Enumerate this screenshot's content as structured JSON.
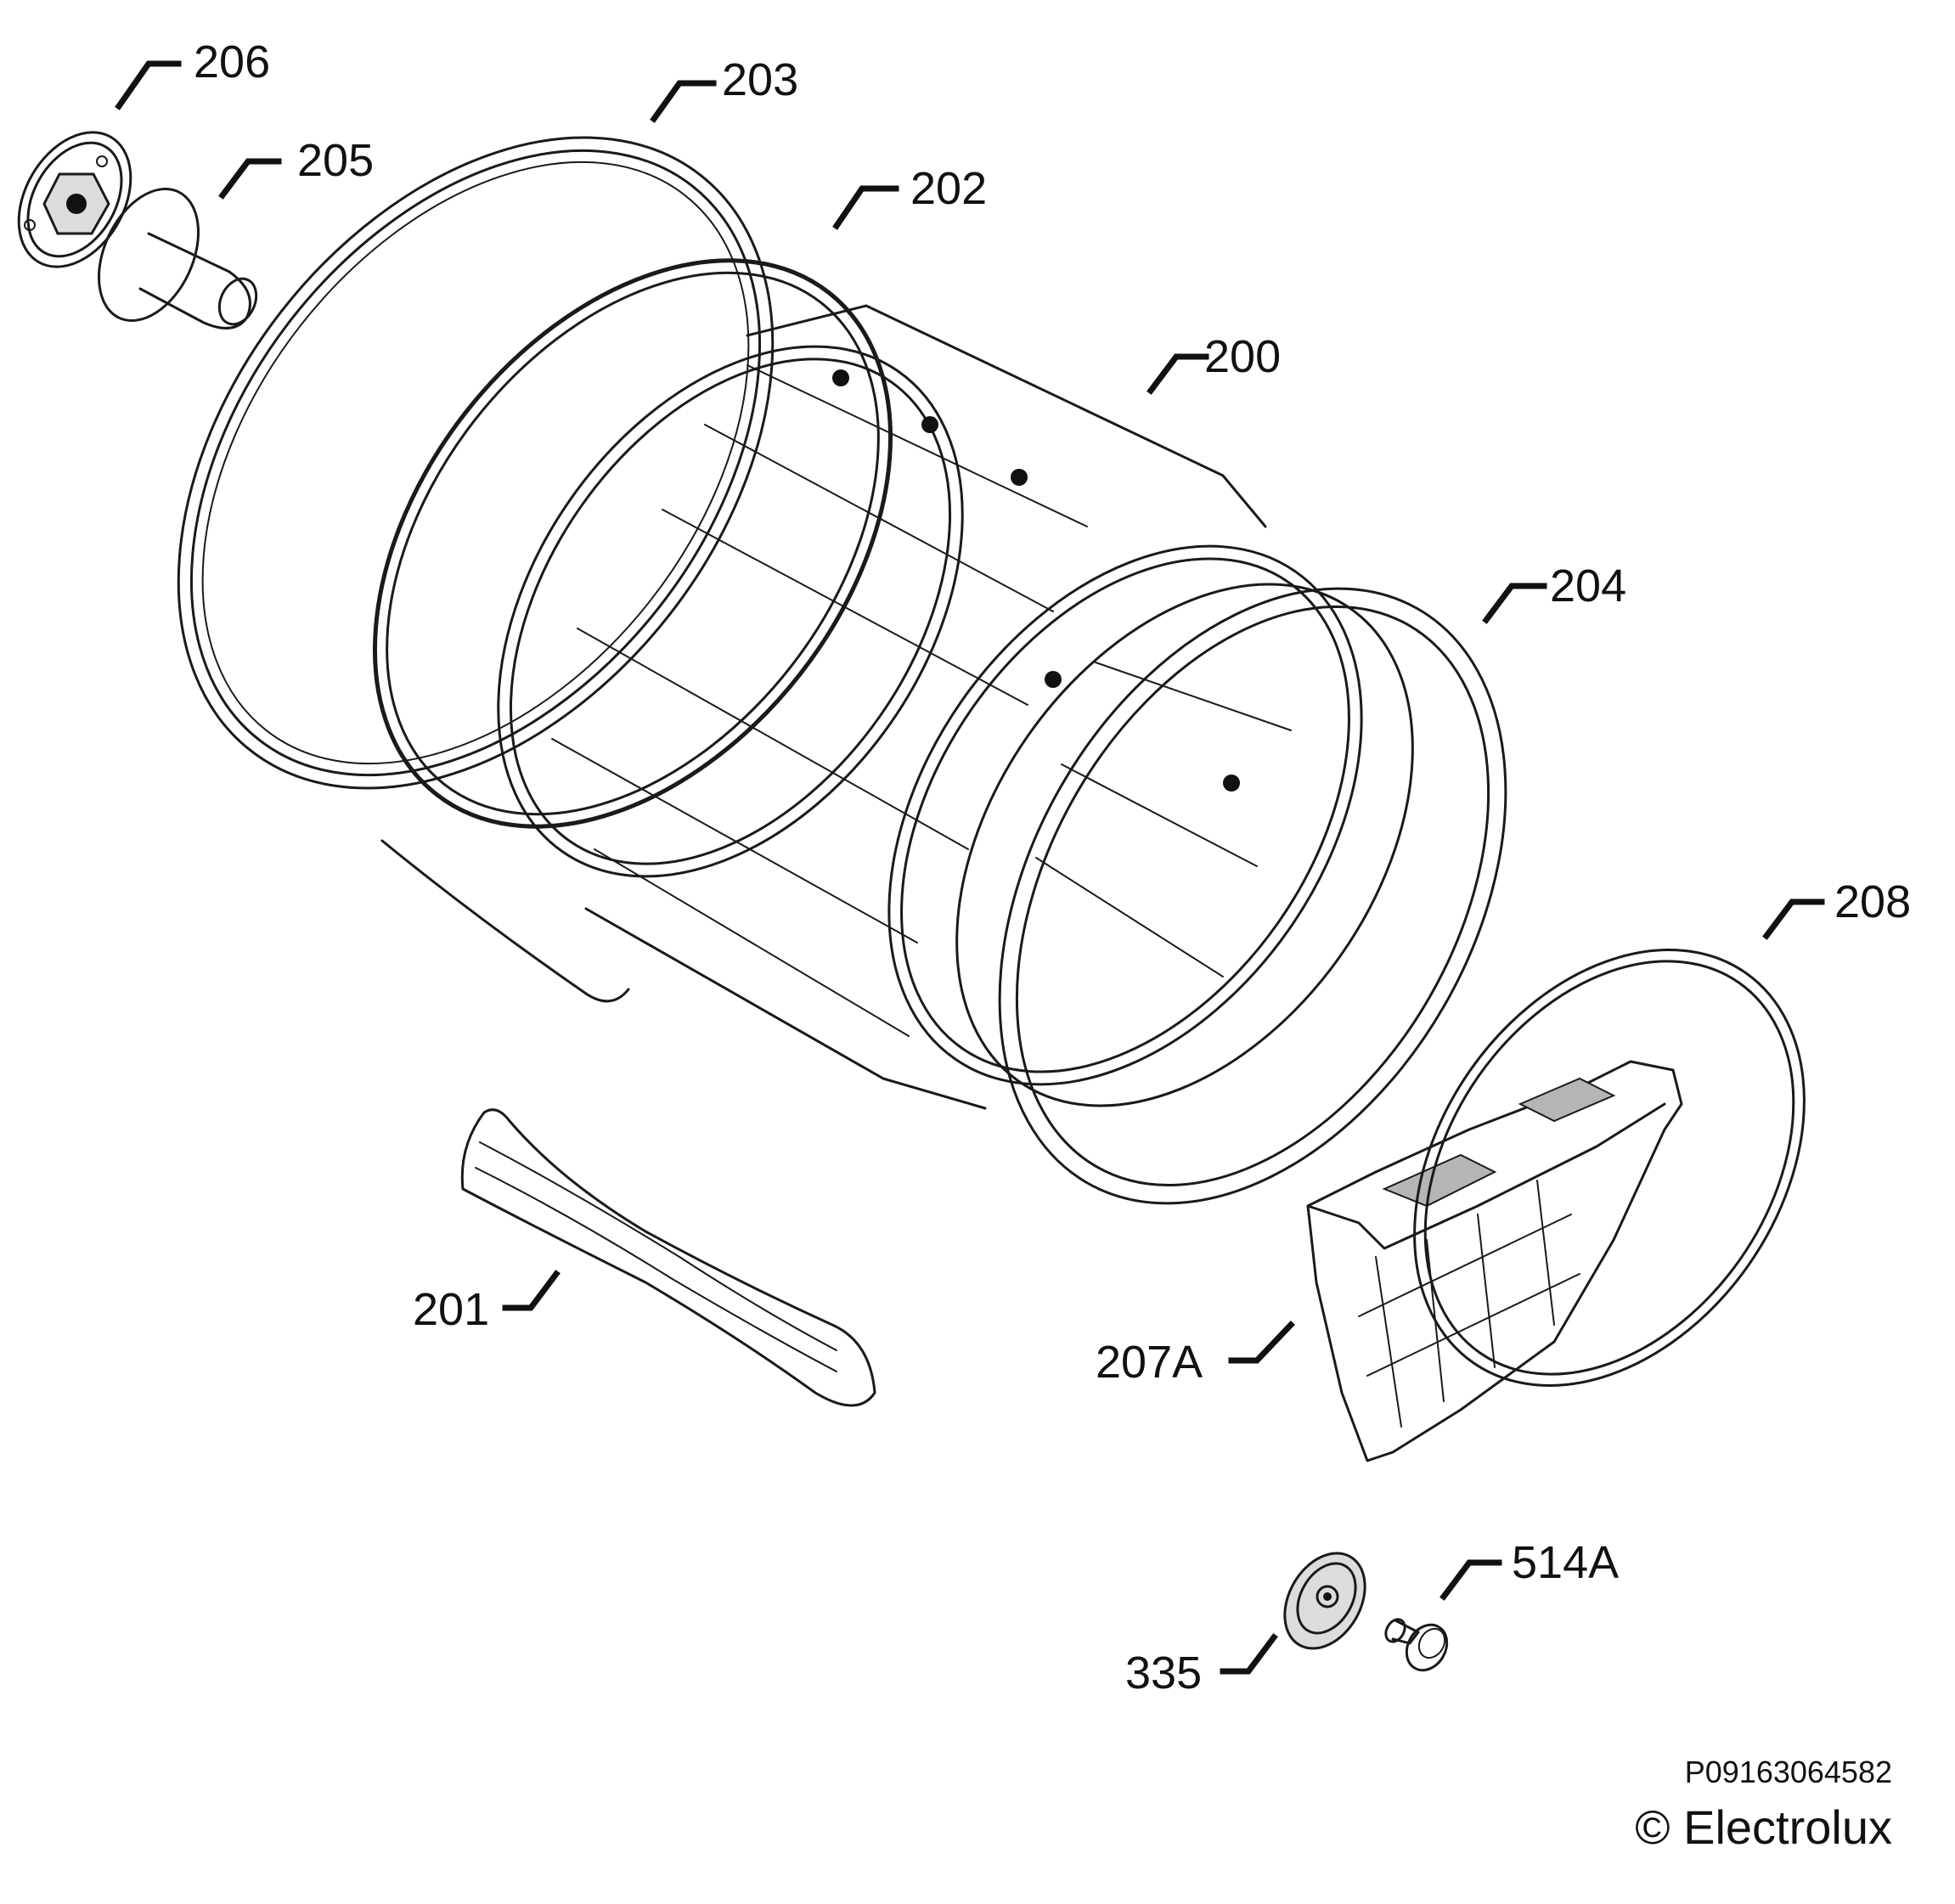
{
  "diagram": {
    "callouts": {
      "drum": "200",
      "lifter": "201",
      "front_seal": "202",
      "front_ring": "203",
      "rear_seal": "204",
      "shaft_cone": "205",
      "bearing_plate": "206",
      "filter_housing": "207A",
      "belt": "208",
      "roller": "335",
      "roller_pin": "514A"
    }
  },
  "footer": {
    "document_number": "P09163064582",
    "copyright": "© Electrolux"
  }
}
